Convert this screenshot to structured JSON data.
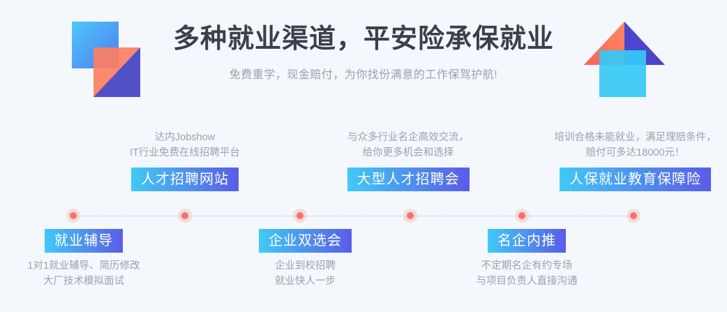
{
  "header": {
    "headline": "多种就业渠道，平安险承保就业",
    "subhead": "免费重学，现金赔付，为你找份满意的工作保驾护航!"
  },
  "colors": {
    "background": "#f4f7fc",
    "headline_text": "#3a3f4c",
    "muted_text": "#9aa0b0",
    "badge_gradient_start": "#41c9f6",
    "badge_gradient_end": "#5a5ce8",
    "dot": "#fa7266",
    "dashed_line": "#c3cadb",
    "deco_blue_start": "#4fc8f8",
    "deco_blue_end": "#4b7cf3",
    "deco_orange": "#fe7f61",
    "deco_purple": "#4342c0",
    "deco_cyan": "#35c9f5"
  },
  "timeline": {
    "dots": [
      {
        "name": "dot-1"
      },
      {
        "name": "dot-2"
      },
      {
        "name": "dot-3"
      },
      {
        "name": "dot-4"
      },
      {
        "name": "dot-5"
      },
      {
        "name": "dot-6"
      }
    ]
  },
  "nodes": {
    "upper": [
      {
        "badge": "人才招聘网站",
        "desc_line1": "达内Jobshow",
        "desc_line2": "IT行业免费在线招聘平台"
      },
      {
        "badge": "大型人才招聘会",
        "desc_line1": "与众多行业名企高效交流，",
        "desc_line2": "给你更多机会和选择"
      },
      {
        "badge": "人保就业教育保障险",
        "desc_line1": "培训合格未能就业，满足理赔条件，",
        "desc_line2": "赔付可多达18000元！"
      }
    ],
    "lower": [
      {
        "badge": "就业辅导",
        "desc_line1": "1对1就业辅导、简历修改",
        "desc_line2": "大厂技术模拟面试"
      },
      {
        "badge": "企业双选会",
        "desc_line1": "企业到校招聘",
        "desc_line2": "就业快人一步"
      },
      {
        "badge": "名企内推",
        "desc_line1": "不定期名企有约专场",
        "desc_line2": "与项目负责人直接沟通"
      }
    ]
  }
}
